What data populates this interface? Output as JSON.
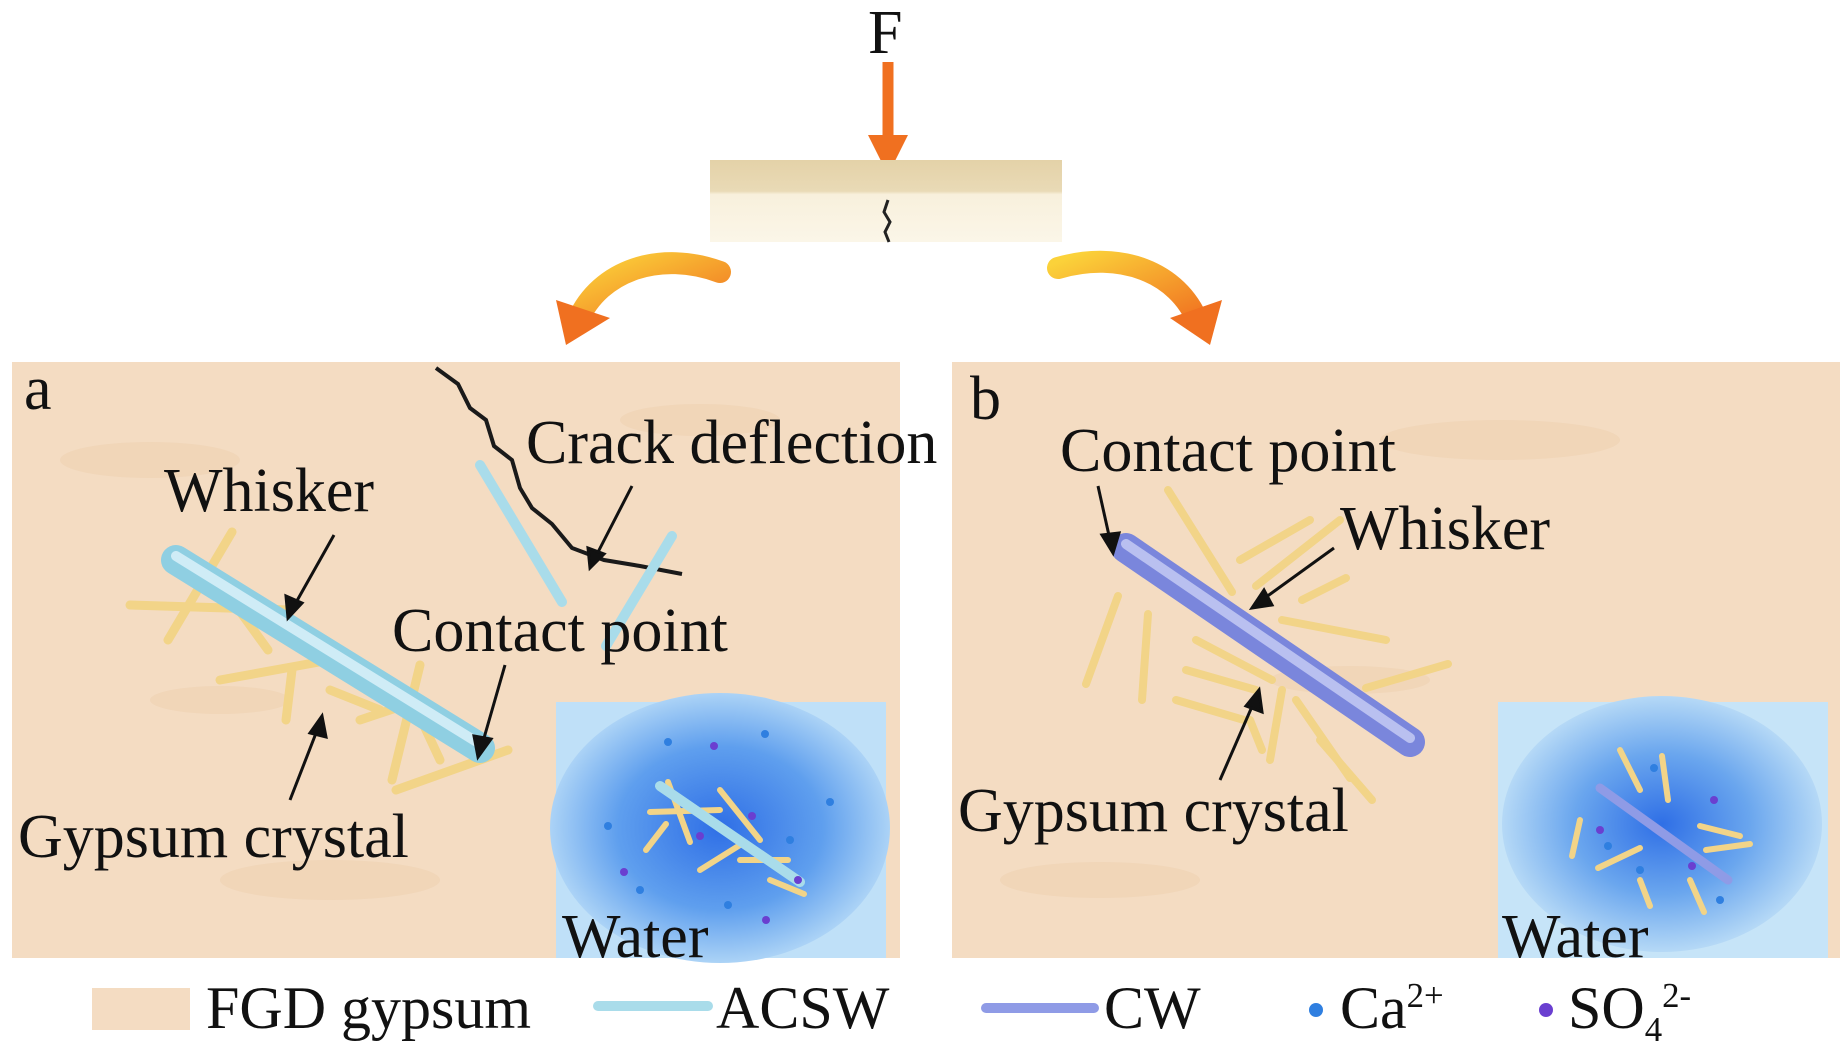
{
  "top": {
    "force_label": "F"
  },
  "panel_a": {
    "letter": "a",
    "crack_label": "Crack deflection",
    "whisker_label": "Whisker",
    "contact_label": "Contact point",
    "gypsum_label": "Gypsum crystal",
    "water_label": "Water"
  },
  "panel_b": {
    "letter": "b",
    "contact_label": "Contact point",
    "whisker_label": "Whisker",
    "gypsum_label": "Gypsum crystal",
    "water_label": "Water"
  },
  "legend": {
    "fgd": "FGD gypsum",
    "acsw": "ACSW",
    "cw": "CW",
    "ca": "Ca",
    "ca_sup": "2+",
    "so": "SO",
    "so_sub": "4",
    "so_sup": "2-"
  },
  "colors": {
    "force_arrow": "#f07020",
    "fgd_gypsum": "#f4dcc2",
    "acsw": "#a9dcea",
    "cw": "#8f9be6",
    "gypsum_crystal": "#f2d488",
    "water": "#4a8fe8",
    "ca_ion": "#2f7fe0",
    "so4_ion": "#6a3fd0",
    "crack": "#1a1a1a"
  }
}
